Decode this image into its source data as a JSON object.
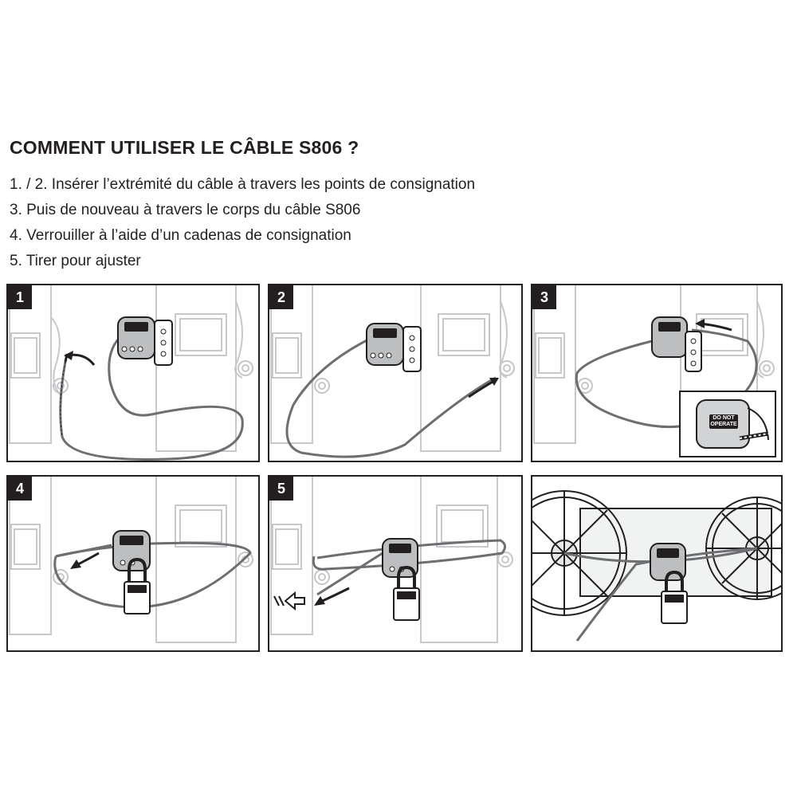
{
  "title": "COMMENT UTILISER LE CÂBLE S806 ?",
  "steps": [
    "1. / 2. Insérer l’extrémité du câble à travers les points de consignation",
    "3. Puis de nouveau à travers le corps du câble S806",
    "4. Verrouiller à l’aide d’un cadenas de consignation",
    "5. Tirer pour ajuster"
  ],
  "panels": [
    {
      "badge": "1"
    },
    {
      "badge": "2"
    },
    {
      "badge": "3",
      "inset_tag": "DO NOT OPERATE"
    },
    {
      "badge": "4"
    },
    {
      "badge": "5"
    },
    {
      "badge": ""
    }
  ],
  "colors": {
    "ink": "#231f20",
    "cable": "#6d6e71",
    "equipment": "#c7c8ca"
  }
}
